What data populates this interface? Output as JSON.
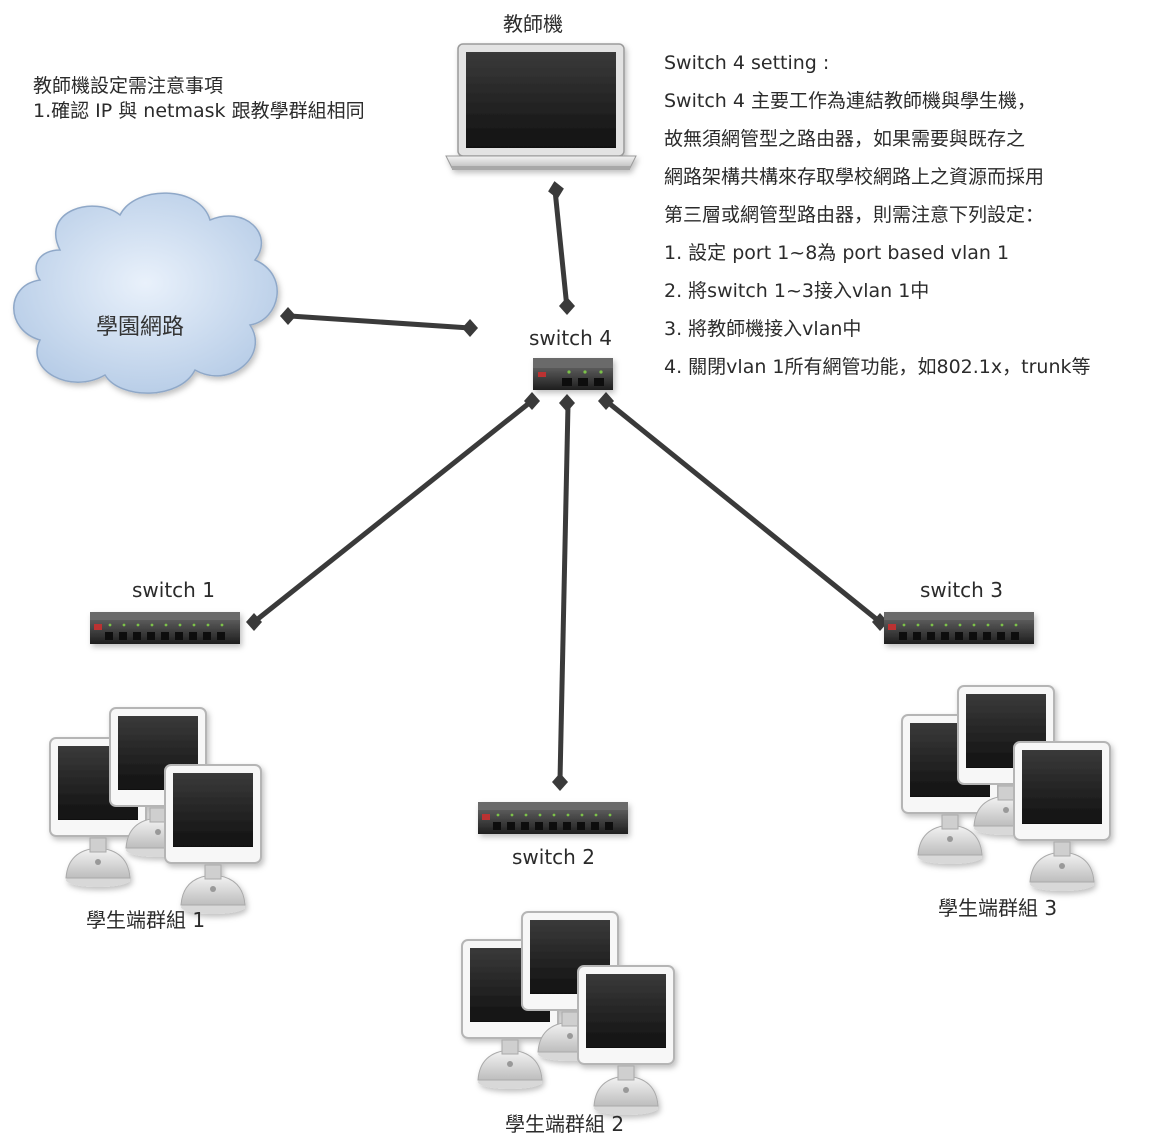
{
  "teacher": {
    "label": "教師機"
  },
  "teacher_notes": {
    "title": "教師機設定需注意事項",
    "item1": "1.確認 IP 與 netmask 跟教學群組相同"
  },
  "switch4_setting": {
    "lines": [
      "Switch 4 setting :",
      "Switch 4 主要工作為連結教師機與學生機，",
      "故無須網管型之路由器，如果需要與既存之",
      "網路架構共構來存取學校網路上之資源而採用",
      "第三層或網管型路由器，則需注意下列設定：",
      "1. 設定 port 1~8為 port based vlan 1",
      "2. 將switch 1~3接入vlan 1中",
      "3. 將教師機接入vlan中",
      "4. 關閉vlan 1所有網管功能，如802.1x，trunk等"
    ]
  },
  "campus_network": {
    "label": "學園網路"
  },
  "switches": {
    "s4": "switch 4",
    "s1": "switch 1",
    "s2": "switch 2",
    "s3": "switch 3"
  },
  "student_groups": {
    "g1": "學生端群組 1",
    "g2": "學生端群組 2",
    "g3": "學生端群組 3"
  },
  "colors": {
    "link": "#3a3a3a",
    "cloud_fill": "#c4d6ec",
    "cloud_edge": "#8fa8c8",
    "switch_body": "#2e2e2e",
    "led": "#7cc24a"
  }
}
